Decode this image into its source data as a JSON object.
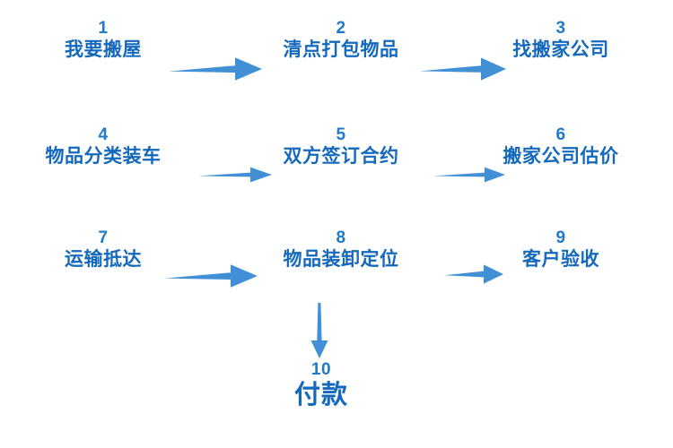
{
  "diagram": {
    "title_text": "",
    "background": "#ffffff",
    "colors": {
      "number": "#1f7ac9",
      "label": "#1569bd",
      "arrow": "#4190d6"
    },
    "steps": [
      {
        "num": "1",
        "label": "我要搬屋"
      },
      {
        "num": "2",
        "label": "清点打包物品"
      },
      {
        "num": "3",
        "label": "找搬家公司"
      },
      {
        "num": "4",
        "label": "物品分类装车"
      },
      {
        "num": "5",
        "label": "双方签订合约"
      },
      {
        "num": "6",
        "label": "搬家公司估价"
      },
      {
        "num": "7",
        "label": "运输抵达"
      },
      {
        "num": "8",
        "label": "物品装卸定位"
      },
      {
        "num": "9",
        "label": "客户验收"
      },
      {
        "num": "10",
        "label": "付款"
      }
    ],
    "connectors": [
      {
        "name": "arrow-1-to-2",
        "direction": "right"
      },
      {
        "name": "arrow-2-to-3",
        "direction": "right"
      },
      {
        "name": "arrow-4-to-5",
        "direction": "right"
      },
      {
        "name": "arrow-5-to-6",
        "direction": "right"
      },
      {
        "name": "arrow-7-to-8",
        "direction": "right"
      },
      {
        "name": "arrow-8-to-9",
        "direction": "right"
      },
      {
        "name": "arrow-8-to-10",
        "direction": "down"
      }
    ]
  }
}
